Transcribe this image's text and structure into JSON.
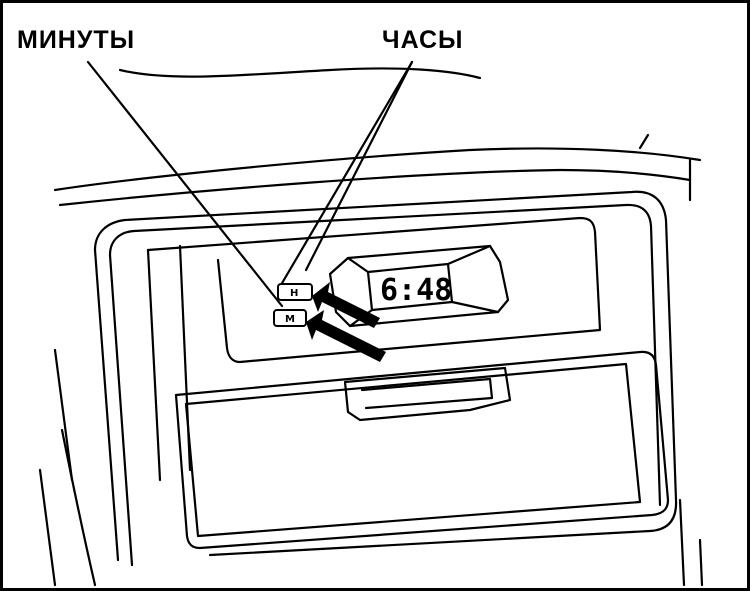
{
  "labels": {
    "minutes": "МИНУТЫ",
    "hours": "ЧАСЫ"
  },
  "clock": {
    "display": "6:48",
    "button_top": "H",
    "button_bottom": "M"
  },
  "colors": {
    "ink": "#000000",
    "paper": "#ffffff"
  }
}
